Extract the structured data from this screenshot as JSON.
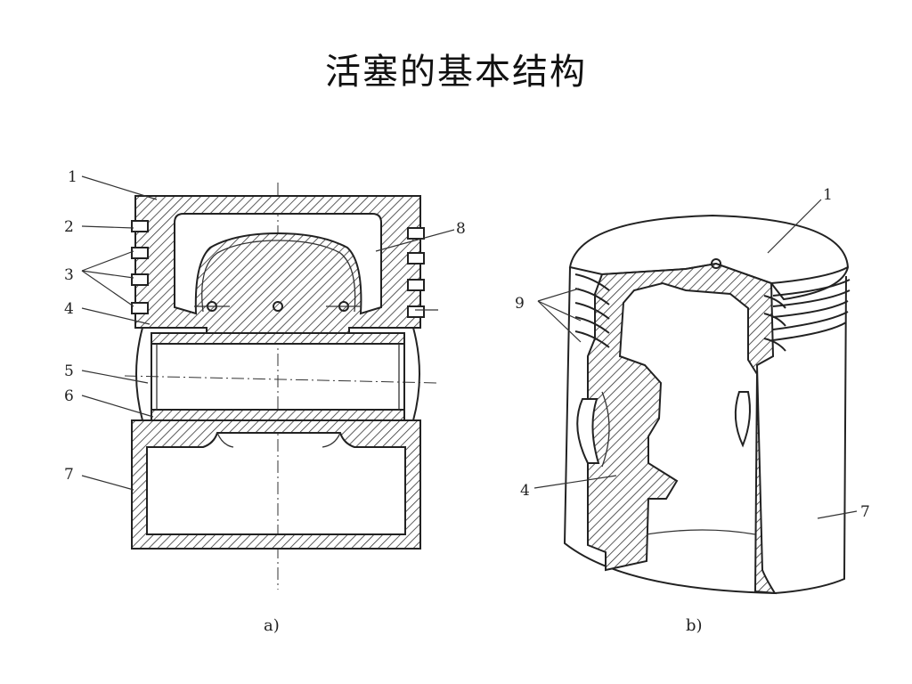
{
  "title": "活塞的基本结构",
  "figure_a": {
    "caption": "a)",
    "labels": [
      "1",
      "2",
      "3",
      "4",
      "5",
      "6",
      "7",
      "8"
    ]
  },
  "figure_b": {
    "caption": "b)",
    "labels": [
      "1",
      "9",
      "4",
      "7"
    ]
  }
}
